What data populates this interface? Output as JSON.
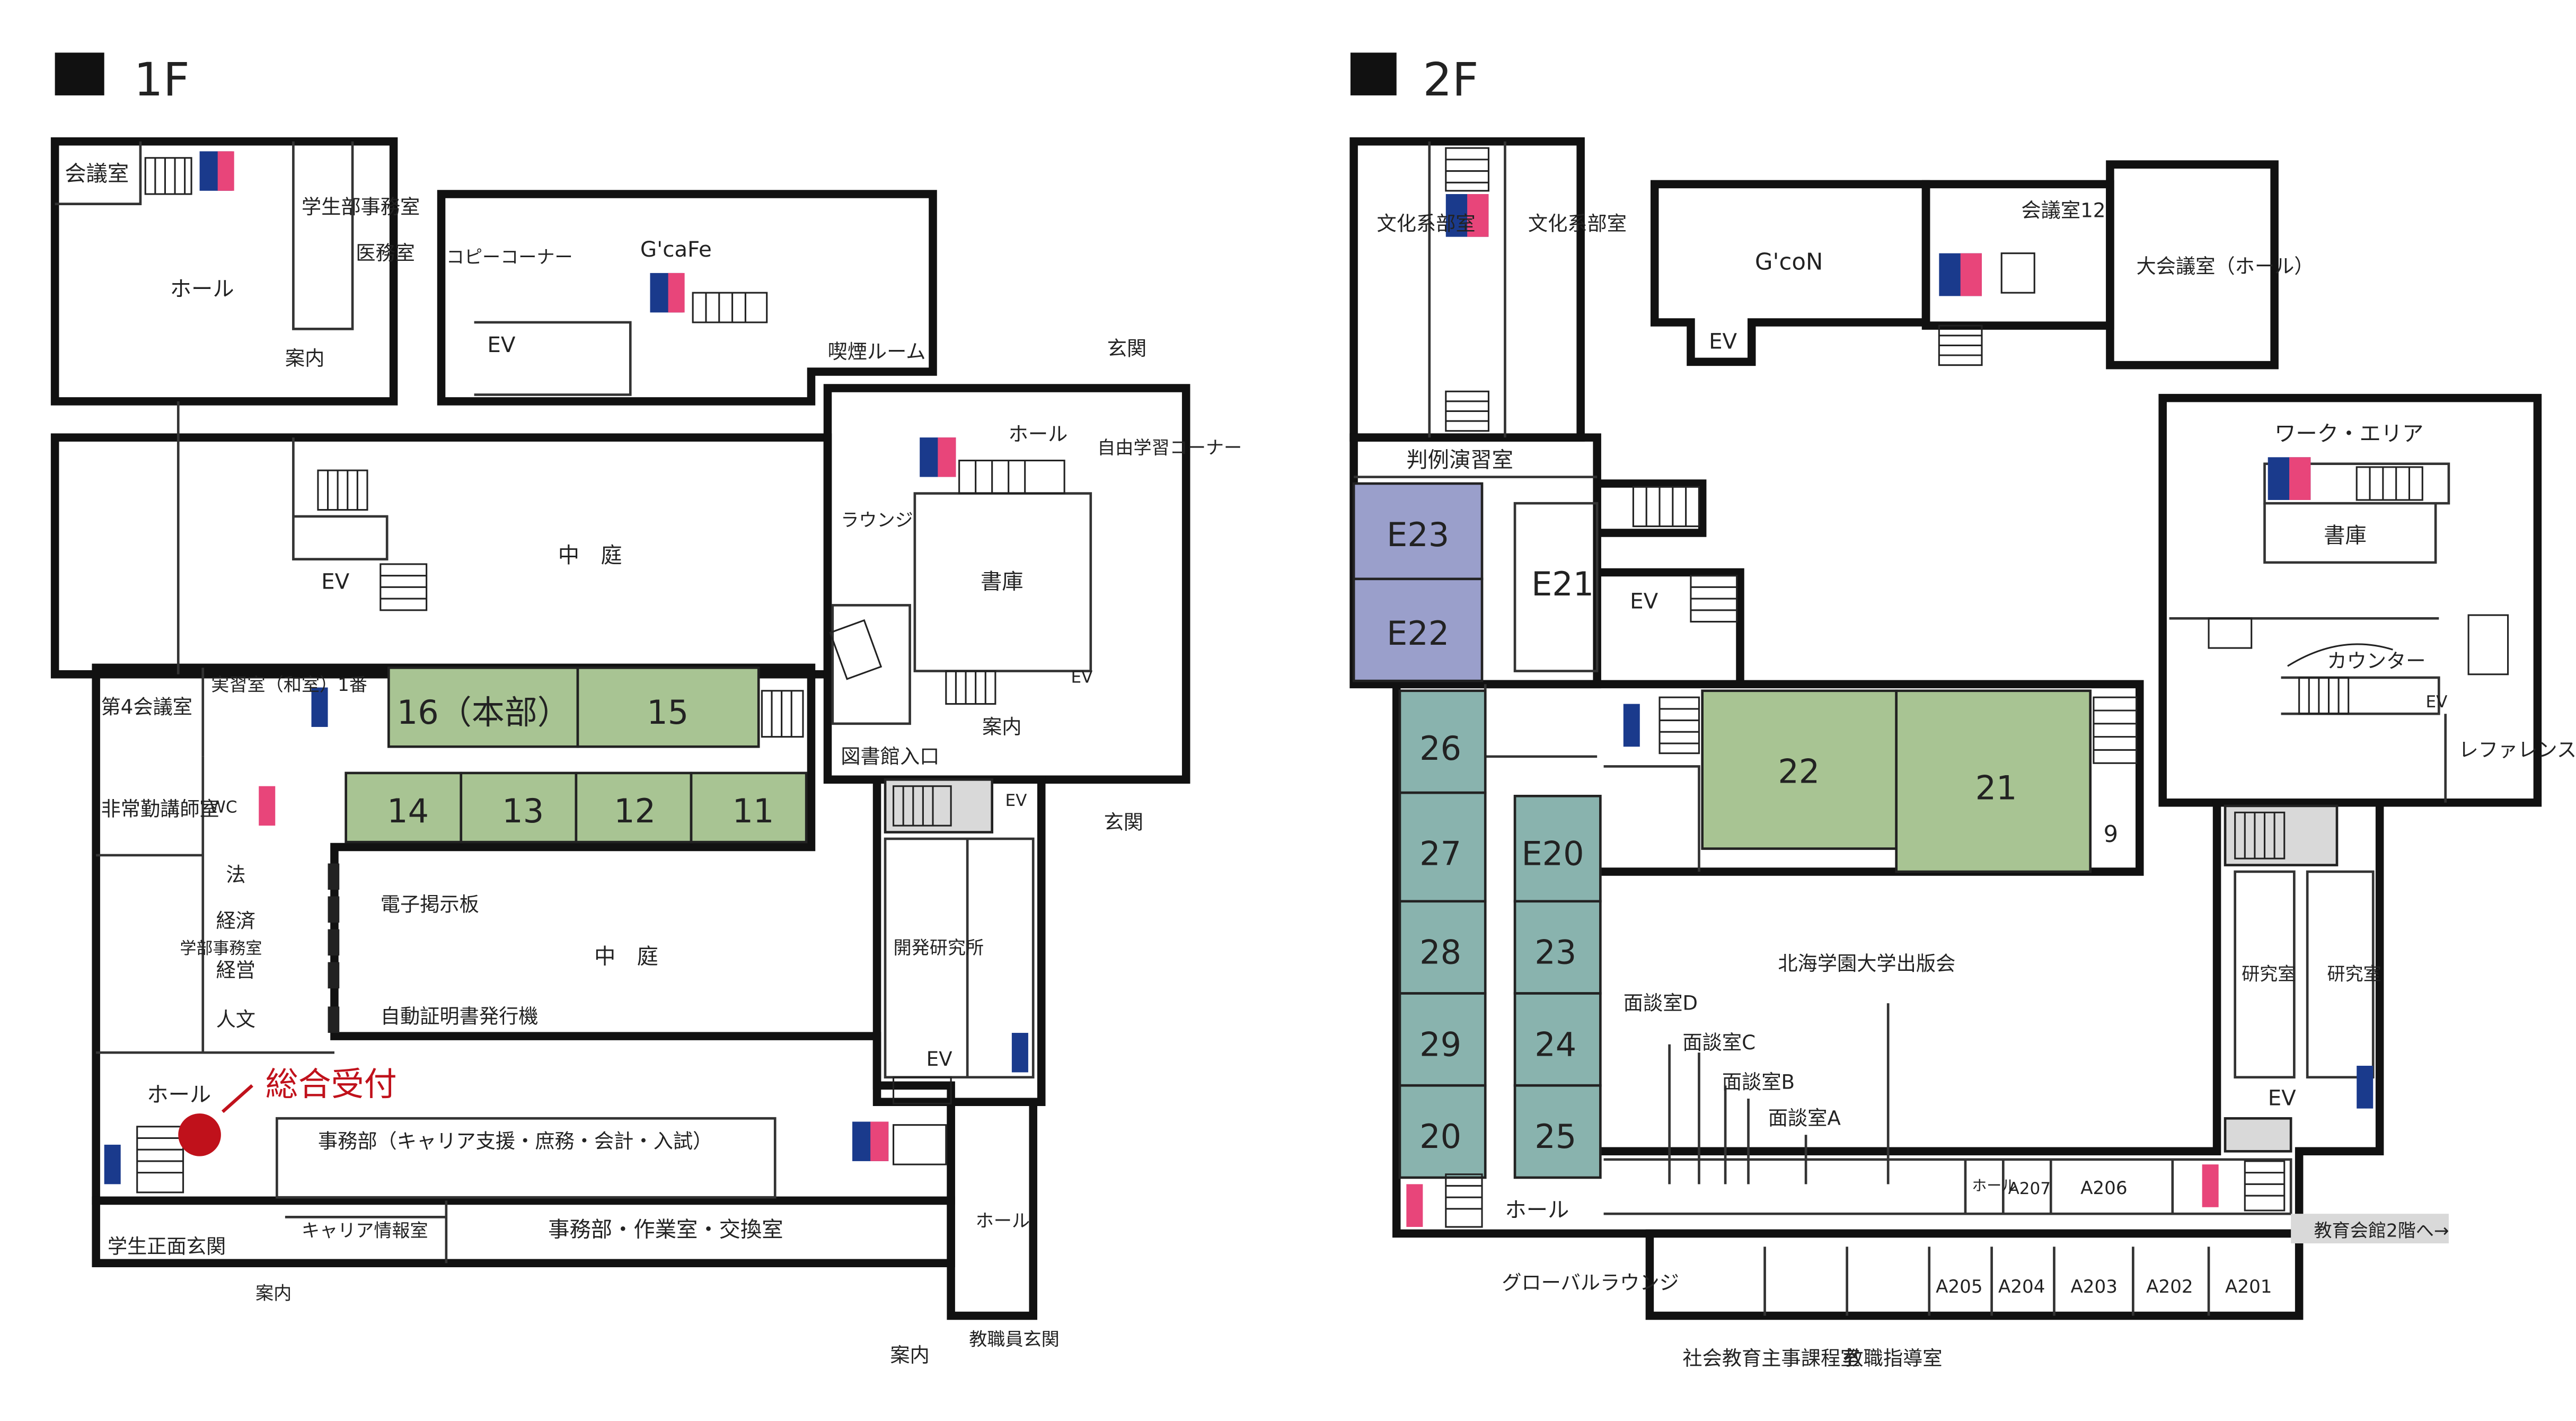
{
  "colors": {
    "wall": "#111111",
    "thin": "#222222",
    "green": "#a8c493",
    "teal": "#89b3ae",
    "purple": "#9a9fcb",
    "gray": "#d9d9d9",
    "accent": "#c0111b",
    "male": "#1a3a8c",
    "female": "#e8457a"
  },
  "floor1": {
    "heading": "1F",
    "main_label": "総合受付",
    "rooms": [
      "会議室",
      "学生部事務室",
      "医務室",
      "ホール",
      "案内",
      "コピーコーナー",
      "EV",
      "G'caFe",
      "喫煙ルーム",
      "玄関",
      "ホール",
      "ラウンジ",
      "自由学習コーナー",
      "書庫",
      "EV",
      "中　庭",
      "EV",
      "第4会議室",
      "実習室（和室）1番",
      "16（本部）",
      "15",
      "図書館入口",
      "案内",
      "EV",
      "玄関",
      "非常勤講師室",
      "WC",
      "14",
      "13",
      "12",
      "11",
      "法",
      "経済",
      "経営",
      "人文",
      "学部事務室",
      "電子掲示板",
      "中　庭",
      "自動証明書発行機",
      "開発研究所",
      "EV",
      "ホール",
      "事務部（キャリア支援・庶務・会計・入試）",
      "キャリア情報室",
      "事務部・作業室・交換室",
      "学生正面玄関",
      "案内",
      "ホール",
      "教職員玄関",
      "案内"
    ]
  },
  "floor2": {
    "heading": "2F",
    "rooms": [
      "文化系部室",
      "文化系部室",
      "G'coN",
      "EV",
      "会議室12",
      "大会議室（ホール）",
      "判例演習室",
      "E23",
      "E22",
      "E21",
      "EV",
      "ワーク・エリア",
      "書庫",
      "カウンター",
      "EV",
      "レファレンス",
      "26",
      "27",
      "E20",
      "28",
      "23",
      "29",
      "24",
      "20",
      "25",
      "22",
      "21",
      "9",
      "北海学園大学出版会",
      "面談室D",
      "面談室C",
      "面談室B",
      "面談室A",
      "研究室",
      "研究室",
      "EV",
      "ホール",
      "ホール",
      "A207",
      "A206",
      "教育会館2階へ→",
      "グローバルラウンジ",
      "A205",
      "A204",
      "A203",
      "A202",
      "A201",
      "社会教育主事課程室",
      "教職指導室"
    ]
  }
}
